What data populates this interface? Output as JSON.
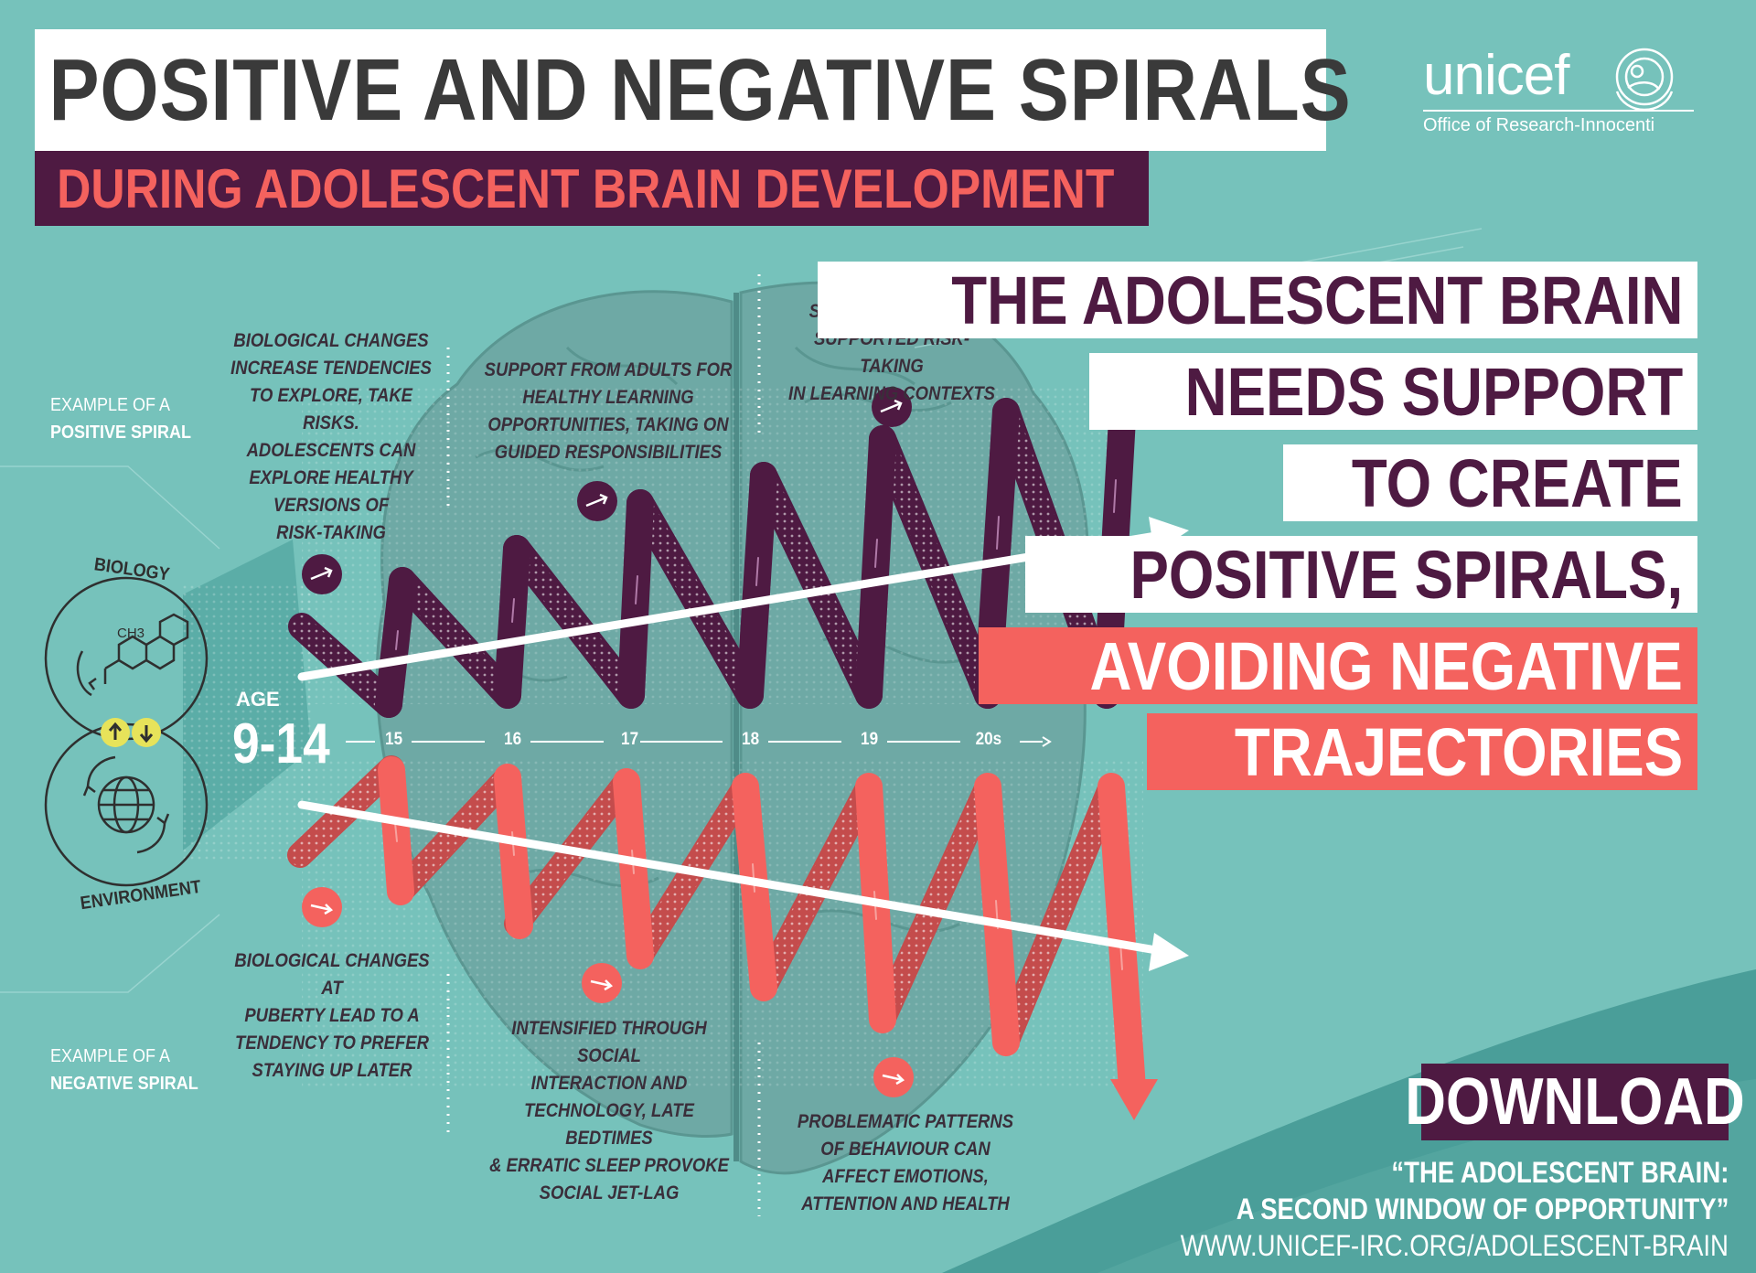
{
  "header": {
    "title": "POSITIVE AND NEGATIVE SPIRALS",
    "subtitle": "DURING ADOLESCENT BRAIN DEVELOPMENT"
  },
  "logo": {
    "wordmark": "unicef",
    "office": "Office of Research-Innocenti"
  },
  "examples": {
    "positive_prefix": "EXAMPLE OF A",
    "positive_label": "POSITIVE SPIRAL",
    "negative_prefix": "EXAMPLE OF A",
    "negative_label": "NEGATIVE SPIRAL"
  },
  "circles": {
    "biology": "BIOLOGY",
    "environment": "ENVIRONMENT",
    "chemical_label": "CH3"
  },
  "age": {
    "label": "AGE",
    "range": "9-14",
    "ticks": [
      "15",
      "16",
      "17",
      "18",
      "19",
      "20s"
    ]
  },
  "positive_notes": [
    "BIOLOGICAL CHANGES\nINCREASE TENDENCIES\nTO EXPLORE, TAKE\nRISKS.\nADOLESCENTS CAN\nEXPLORE HEALTHY\nVERSIONS OF\nRISK-TAKING",
    "SUPPORT FROM ADULTS FOR\nHEALTHY LEARNING\nOPPORTUNITIES, TAKING ON\nGUIDED RESPONSIBILITIES",
    "IMPROVED\nSELF-CONFIDENCE,\nSUPPORTED RISK-TAKING\nIN LEARNING CONTEXTS"
  ],
  "negative_notes": [
    "BIOLOGICAL CHANGES AT\nPUBERTY LEAD TO A\nTENDENCY TO PREFER\nSTAYING UP LATER",
    "INTENSIFIED THROUGH SOCIAL\nINTERACTION AND\nTECHNOLOGY, LATE BEDTIMES\n& ERRATIC SLEEP PROVOKE\nSOCIAL JET-LAG",
    "PROBLEMATIC PATTERNS\nOF BEHAVIOUR CAN\nAFFECT EMOTIONS,\nATTENTION AND HEALTH"
  ],
  "message": {
    "lines": [
      "THE ADOLESCENT BRAIN",
      "NEEDS SUPPORT",
      "TO CREATE",
      "POSITIVE SPIRALS,",
      "AVOIDING NEGATIVE",
      "TRAJECTORIES"
    ]
  },
  "download": {
    "label": "DOWNLOAD",
    "report_title": "“THE ADOLESCENT BRAIN:\nA SECOND WINDOW OF OPPORTUNITY”",
    "url": "WWW.UNICEF-IRC.ORG/ADOLESCENT-BRAIN"
  },
  "colors": {
    "background": "#76c2bb",
    "positive": "#4e1a42",
    "negative": "#f4625e",
    "brain": "#6ea9a5"
  },
  "icons": [
    "arrow-badge-icon",
    "brain-illustration",
    "molecule-icon",
    "globe-icon",
    "up-down-arrows-icon",
    "unicef-emblem-icon"
  ]
}
